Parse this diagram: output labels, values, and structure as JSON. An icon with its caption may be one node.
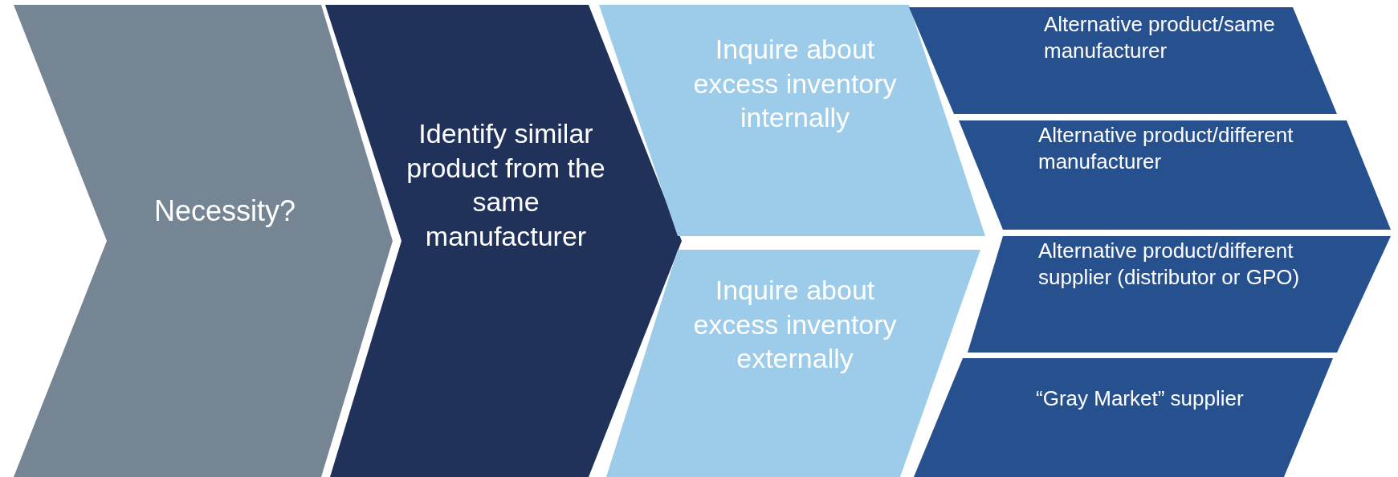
{
  "diagram": {
    "nodes": [
      {
        "text": [
          "Necessity?"
        ]
      },
      {
        "text": [
          "Identify similar product from the same manufacturer"
        ]
      },
      {
        "text": [
          "Inquire about excess inventory internally"
        ]
      },
      {
        "text": [
          "Inquire about excess inventory externally"
        ]
      },
      {
        "text": [
          "Alternative product/same manufacturer"
        ]
      },
      {
        "text": [
          "Alternative product/different manufacturer"
        ]
      },
      {
        "text": [
          "Alternative product/different supplier (distributor or GPO)"
        ]
      },
      {
        "text": [
          "“Gray Market” supplier"
        ]
      }
    ]
  }
}
